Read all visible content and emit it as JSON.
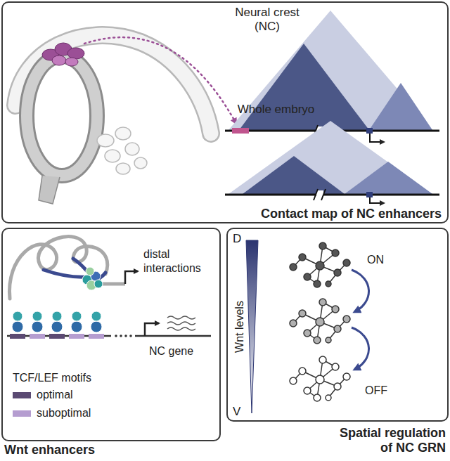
{
  "diagram": {
    "nodes": [
      {
        "text": [
          "Contact map of NC enhancers"
        ]
      },
      {
        "text": [
          "Wnt enhancers"
        ]
      },
      {
        "text": [
          "Spatial regulation of NC GRN"
        ]
      }
    ],
    "labels": [
      "Neural crest (NC)",
      "Whole embryo",
      "distal interactions",
      "NC gene",
      "TCF/LEF motifs",
      "D",
      "Wnt levels",
      "V",
      "ON",
      "OFF"
    ],
    "legend": [
      {
        "text": "optimal",
        "color": "#5b4a73"
      },
      {
        "text": "suboptimal",
        "color": "#b59dd0"
      }
    ]
  }
}
